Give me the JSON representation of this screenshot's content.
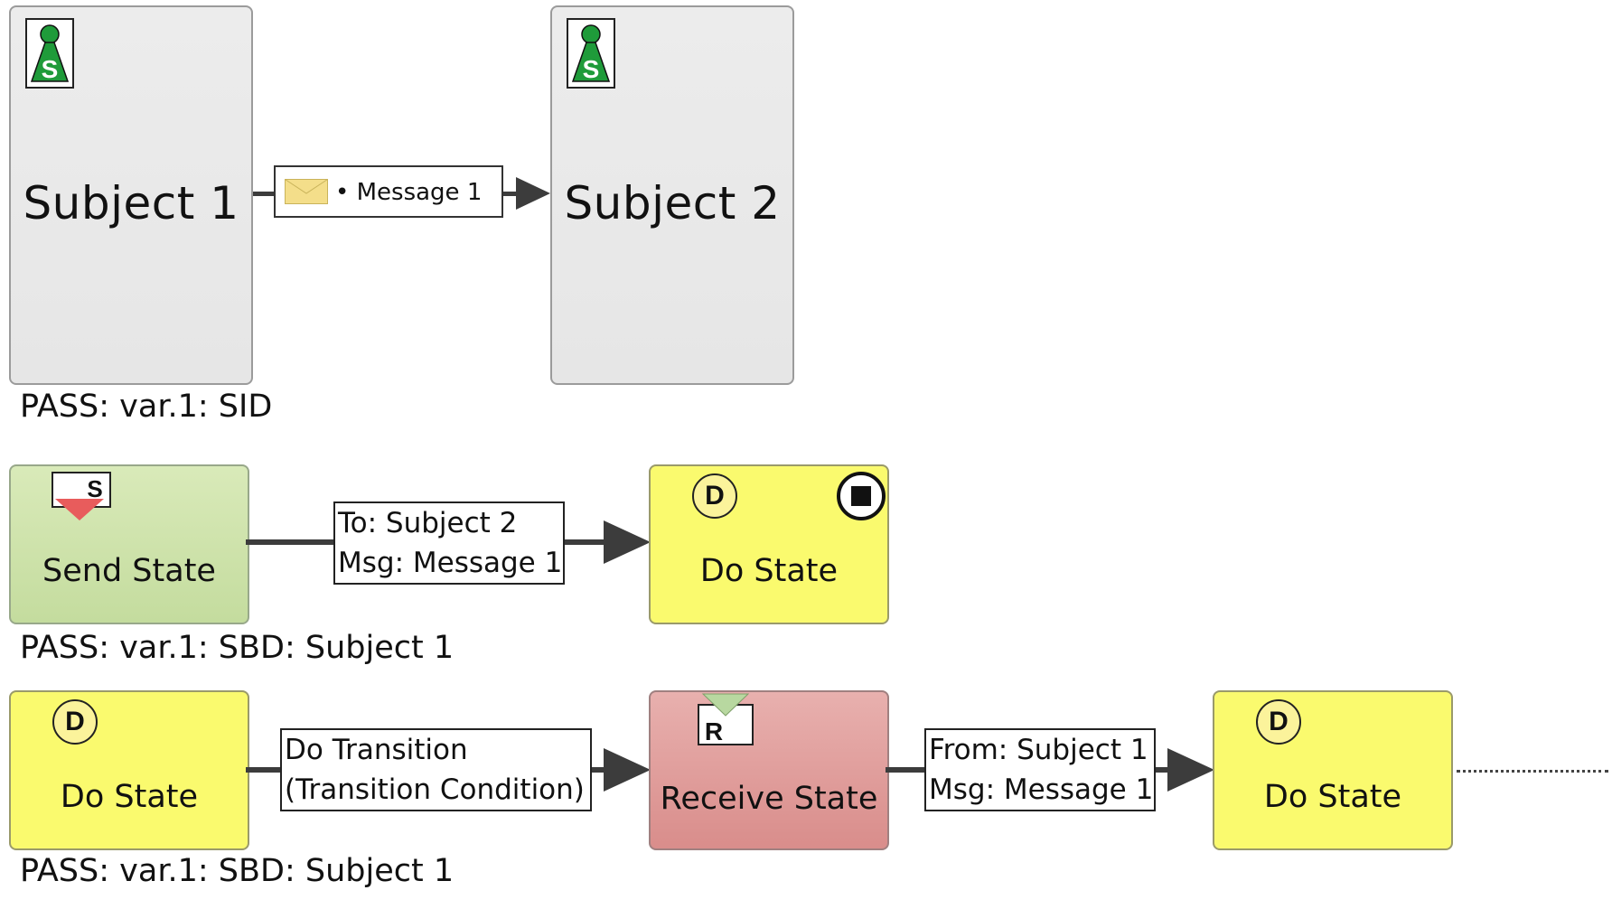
{
  "row1": {
    "subject1": {
      "title": "Subject 1",
      "icon": "subject-pawn-icon",
      "icon_letter": "S"
    },
    "subject2": {
      "title": "Subject 2",
      "icon": "subject-pawn-icon",
      "icon_letter": "S"
    },
    "message_label": "• Message 1",
    "message_icon": "envelope-icon",
    "caption": "PASS: var.1: SID"
  },
  "row2": {
    "send_state": {
      "title": "Send State",
      "icon_letter": "S"
    },
    "transition": {
      "line1": "To: Subject 2",
      "line2": "Msg: Message 1"
    },
    "do_state": {
      "title": "Do State",
      "icon_letter": "D",
      "end_icon": "end-state-icon"
    },
    "caption": "PASS: var.1: SBD: Subject 1"
  },
  "row3": {
    "do_state_a": {
      "title": "Do State",
      "icon_letter": "D"
    },
    "do_transition": {
      "line1": "Do Transition",
      "line2": "(Transition Condition)"
    },
    "receive_state": {
      "title": "Receive State",
      "icon_letter": "R"
    },
    "receive_transition": {
      "line1": "From: Subject 1",
      "line2": "Msg: Message 1"
    },
    "do_state_b": {
      "title": "Do State",
      "icon_letter": "D"
    },
    "caption": "PASS: var.1: SBD: Subject 1"
  },
  "colors": {
    "subject_fill": "#e8e8e8",
    "send_fill": "#cde3a9",
    "do_fill": "#fafa6e",
    "receive_fill": "#e0a09e",
    "pawn_green": "#1f9b3a",
    "edge": "#3c3c3c"
  }
}
